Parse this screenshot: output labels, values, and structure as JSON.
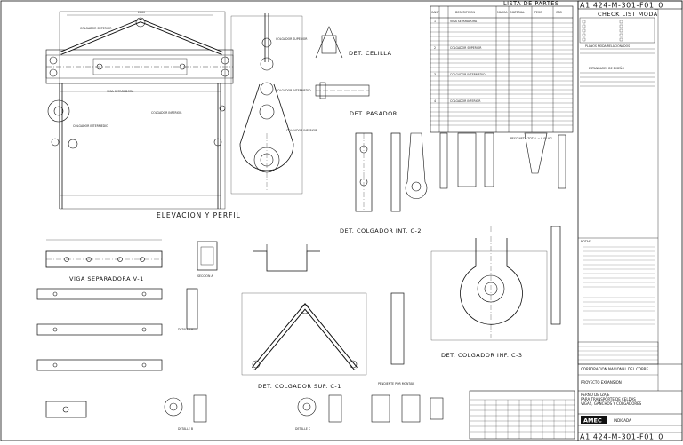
{
  "drawing_number": "A1 424-M-301-F01_0",
  "parts_list": {
    "title": "LISTA DE PARTES",
    "headers": [
      "CANT",
      "DESCRIPCION",
      "MARCA",
      "MATERIAL",
      "PESO",
      "OBS"
    ],
    "row_groups": [
      {
        "mark": "1",
        "description": "VIGA SEPARADORA"
      },
      {
        "mark": "2",
        "description": "COLGADOR SUPERIOR"
      },
      {
        "mark": "3",
        "description": "COLGADOR INTERMEDIO"
      },
      {
        "mark": "4",
        "description": "COLGADOR INFERIOR"
      }
    ],
    "footnote": "PESO NETO TOTAL = 0.00 KG"
  },
  "checklist": {
    "title": "CHECK LIST MODA",
    "related_title": "PLANOS MODA RELACIONADOS",
    "standards_title": "ESTANDARES DE DISEÑO"
  },
  "notes_title": "NOTAS",
  "views": {
    "elevation": "ELEVACION Y PERFIL",
    "detail_cell": "DET. CELILLA",
    "detail_pin": "DET. PASADOR",
    "hanger_int_2": "DET. COLGADOR INT. C-2",
    "hanger_inf_3": "DET. COLGADOR INF. C-3",
    "hanger_sup_1": "DET. COLGADOR SUP. C-1",
    "spreader_beam": "VIGA SEPARADORA V-1",
    "section_a": "SECCION A",
    "detail_a": "DETALLE A",
    "detail_b": "DETALLE B",
    "detail_c": "DETALLE C"
  },
  "callouts": {
    "spreader": "VIGA SEPARADORA",
    "hanger_sup": "COLGADOR SUPERIOR",
    "hanger_int": "COLGADOR INTERMEDIO",
    "hanger_inf": "COLGADOR INFERIOR",
    "pendant": "PENDIENTE POR MONTAJE"
  },
  "title_block": {
    "owner": "CORPORACION NACIONAL DEL COBRE",
    "project": "PROYECTO EXPANSION",
    "title_lines": [
      "PERNO DE IZAJE",
      "PARA TRANSPORTE DE CELDAS",
      "VIGAS, GANCHOS Y COLGADORES"
    ],
    "company": "AMEC",
    "scale": "INDICADA"
  }
}
